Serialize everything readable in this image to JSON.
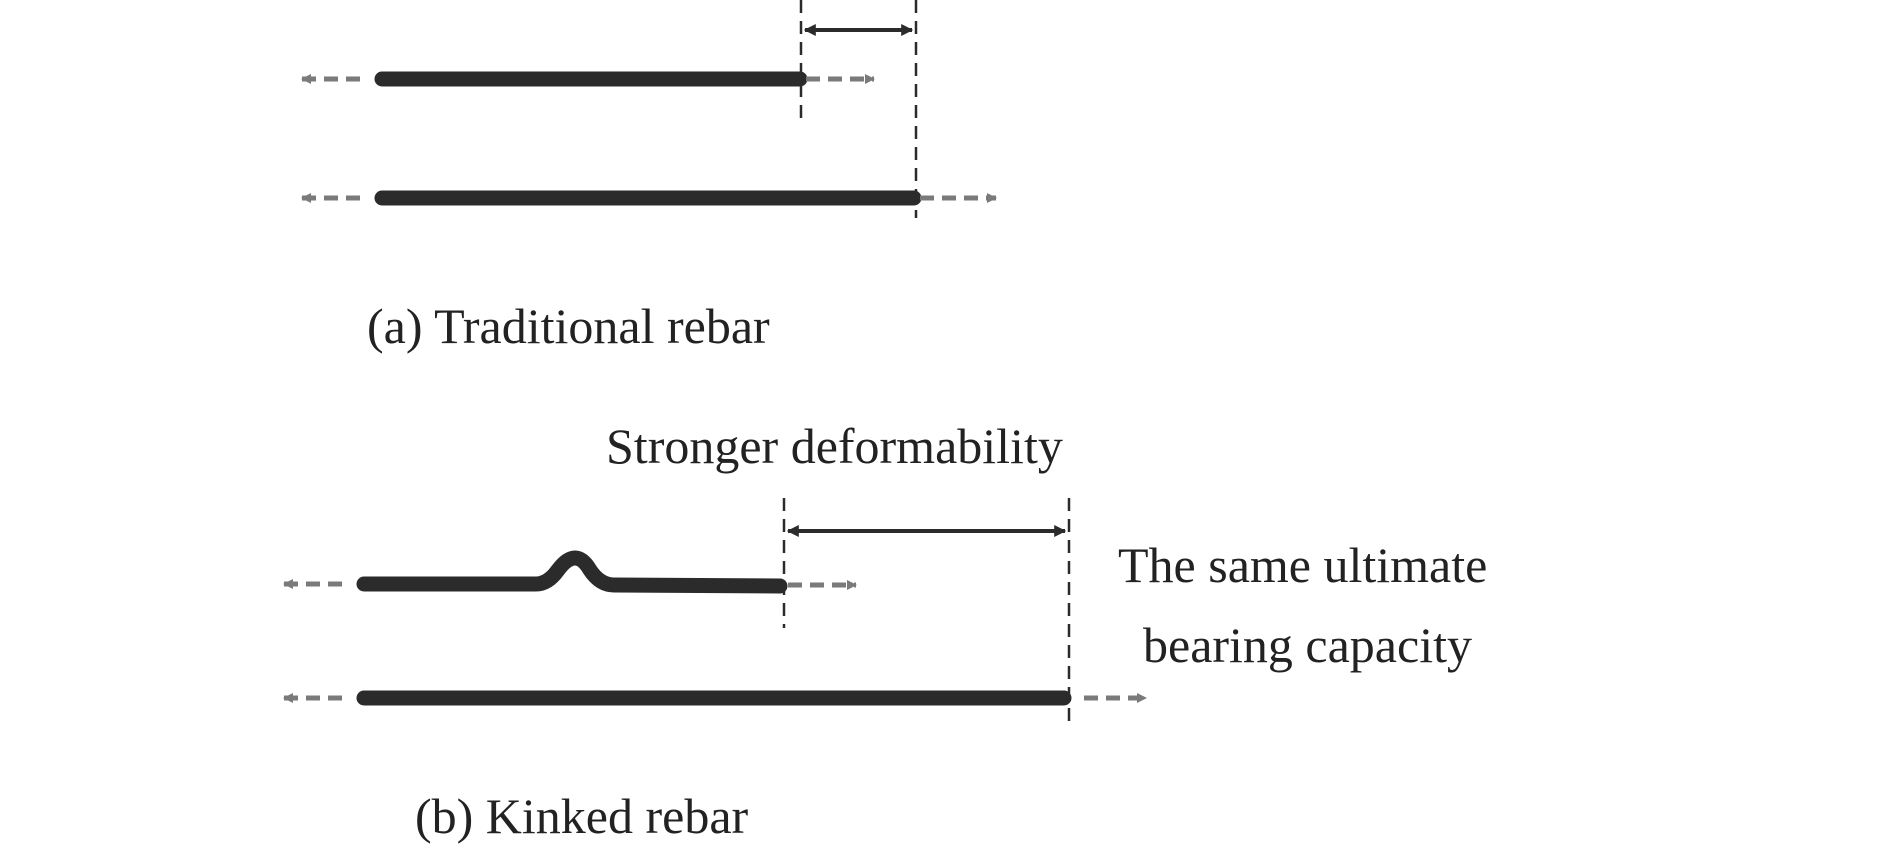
{
  "panel_a": {
    "caption": "(a) Traditional rebar"
  },
  "panel_b": {
    "caption": "(b) Kinked rebar",
    "deformability_label": "Stronger deformability",
    "capacity_label_line1": "The same ultimate",
    "capacity_label_line2": "bearing capacity"
  },
  "colors": {
    "rebar": "#2b2b2b",
    "force_arrow": "#7a7a7a",
    "dimension": "#2b2b2b",
    "text": "#222222"
  }
}
